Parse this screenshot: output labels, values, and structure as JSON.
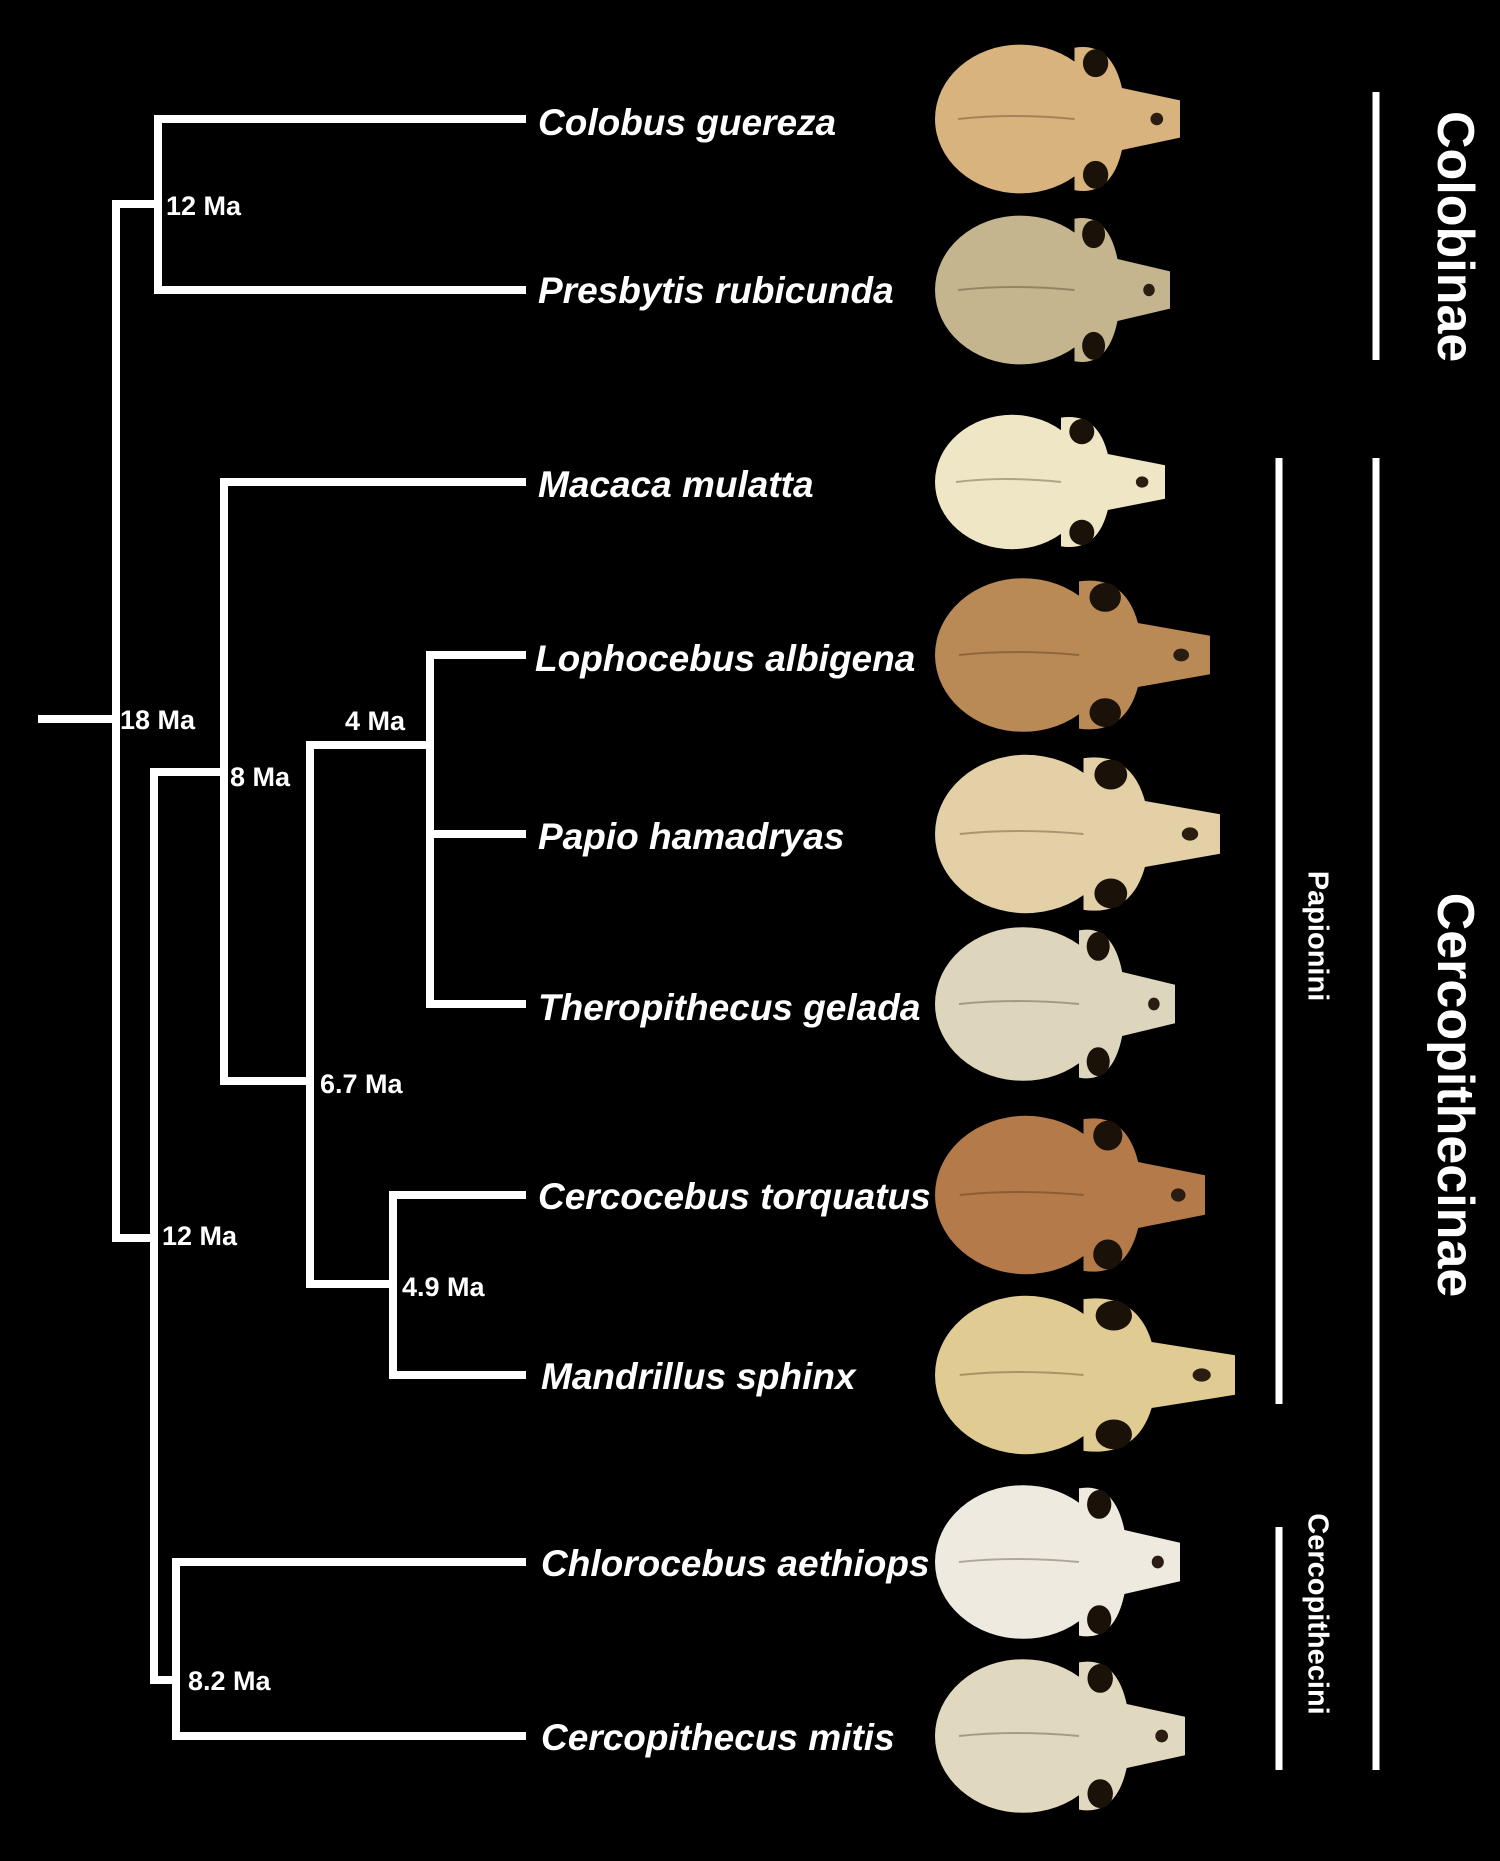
{
  "taxa": [
    {
      "id": "colobus",
      "name": "Colobus guereza"
    },
    {
      "id": "presbytis",
      "name": "Presbytis rubicunda"
    },
    {
      "id": "macaca",
      "name": "Macaca mulatta"
    },
    {
      "id": "lophocebus",
      "name": "Lophocebus albigena"
    },
    {
      "id": "papio",
      "name": "Papio hamadryas"
    },
    {
      "id": "theropithecus",
      "name": "Theropithecus gelada"
    },
    {
      "id": "cercocebus",
      "name": "Cercocebus torquatus"
    },
    {
      "id": "mandrillus",
      "name": "Mandrillus sphinx"
    },
    {
      "id": "chlorocebus",
      "name": "Chlorocebus aethiops"
    },
    {
      "id": "cercopithecus",
      "name": "Cercopithecus mitis"
    }
  ],
  "nodes": [
    {
      "id": "root",
      "age": "18 Ma"
    },
    {
      "id": "colobinae-node",
      "age": "12 Ma"
    },
    {
      "id": "cercopithecinae-node",
      "age": "12 Ma"
    },
    {
      "id": "papionini-node",
      "age": "8 Ma"
    },
    {
      "id": "papionina-node",
      "age": "6.7 Ma"
    },
    {
      "id": "lophocebus-clade-node",
      "age": "4 Ma"
    },
    {
      "id": "cercocebus-clade-node",
      "age": "4.9 Ma"
    },
    {
      "id": "cercopithecini-node",
      "age": "8.2 Ma"
    }
  ],
  "groups": {
    "colobinae": "Colobinae",
    "cercopithecinae": "Cercopithecinae",
    "papionini": "Papionini",
    "cercopithecini": "Cercopithecini"
  },
  "colors": {
    "background": "#000000",
    "foreground": "#ffffff",
    "skull_palette": [
      "#d9b37e",
      "#c4b58f",
      "#efe6c6",
      "#b98a55",
      "#e3d0a6",
      "#ddd6bd",
      "#b47a4a",
      "#e0cc93",
      "#eeeae0",
      "#e0d8bf"
    ]
  }
}
